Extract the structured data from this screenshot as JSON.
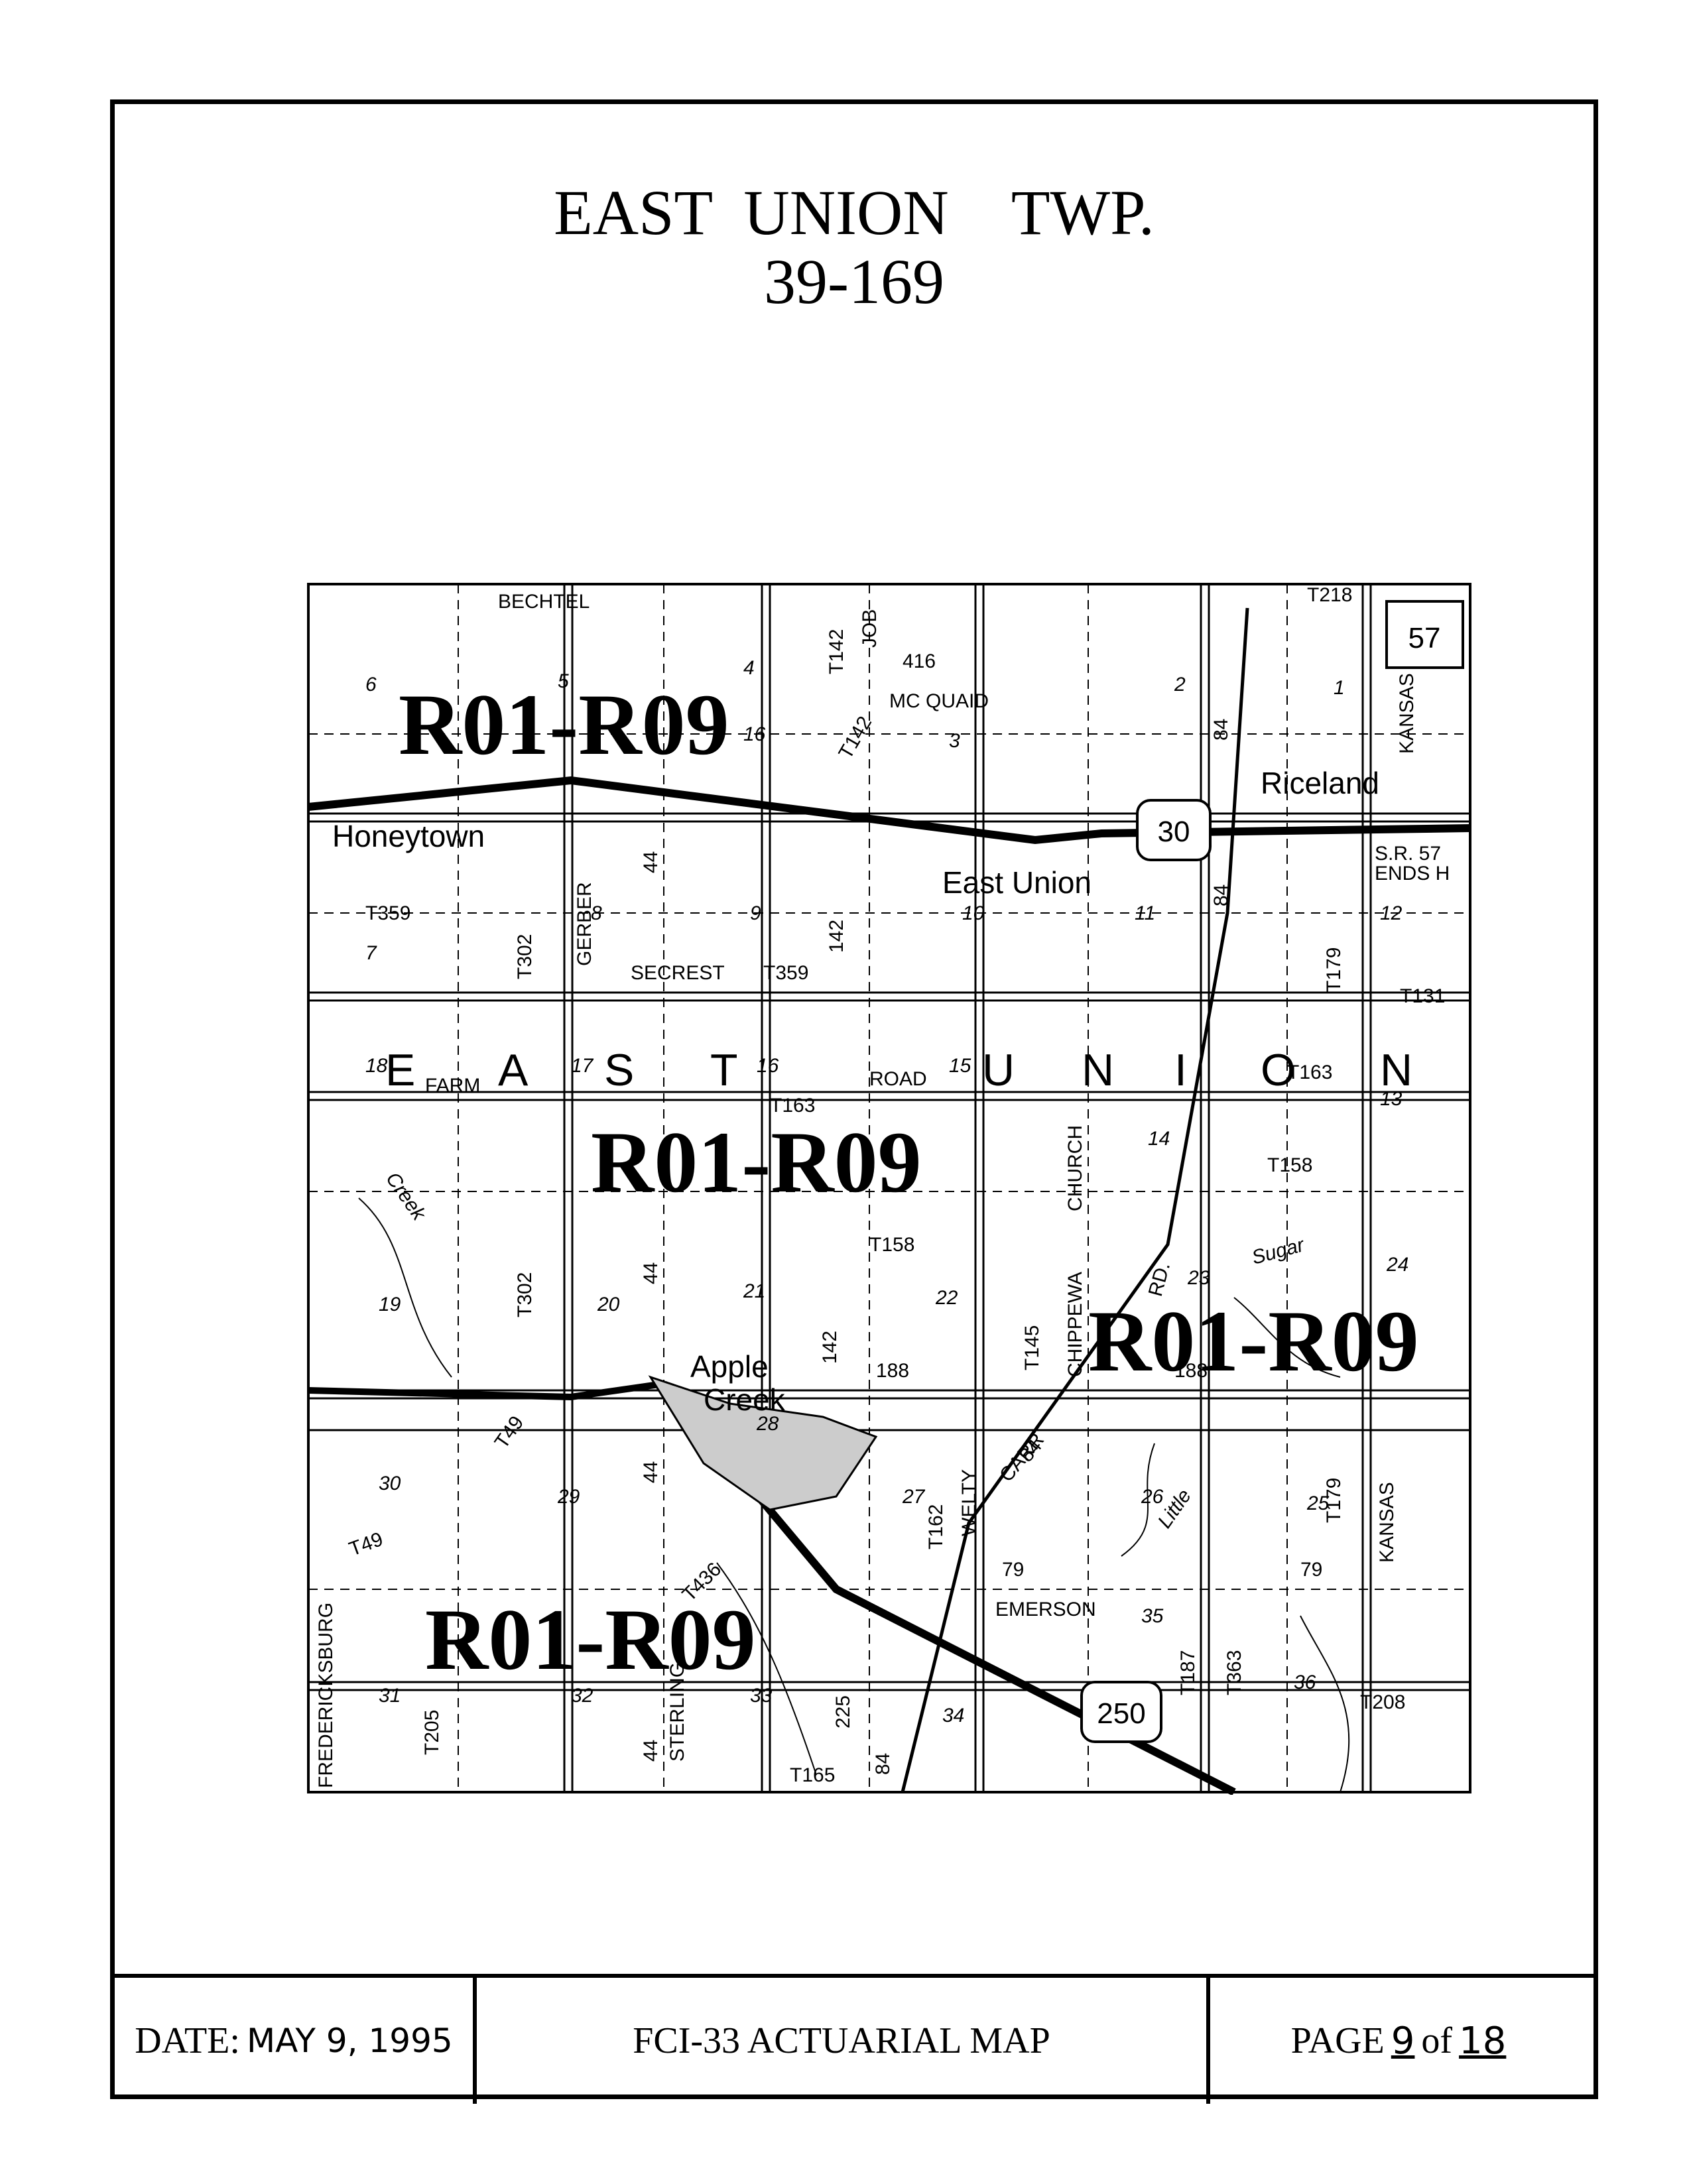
{
  "title": {
    "line1": "EAST  UNION    TWP.",
    "line2": "39-169"
  },
  "map": {
    "rating_code": "R01-R09",
    "township_letters": [
      "E",
      "A",
      "S",
      "T",
      "U",
      "N",
      "I",
      "O",
      "N"
    ],
    "towns": [
      "Honeytown",
      "East Union",
      "Apple",
      "Creek",
      "Riceland"
    ],
    "road_names": [
      "BECHTEL",
      "JOB",
      "MC QUAID",
      "SECREST",
      "FARM",
      "ROAD",
      "CHURCH",
      "CHIPPEWA",
      "RD.",
      "EMERSON",
      "FREDERICKSBURG",
      "STERLING",
      "KANSAS",
      "KANSAS",
      "GERBER",
      "WELTY",
      "CARR"
    ],
    "route_labels": [
      "T218",
      "T142",
      "T142",
      "416",
      "T302",
      "T302",
      "T359",
      "T359",
      "142",
      "142",
      "44",
      "44",
      "44",
      "44",
      "T163",
      "T163",
      "T131",
      "T179",
      "T179",
      "T158",
      "T158",
      "T145",
      "188",
      "188",
      "84",
      "84",
      "84",
      "84",
      "T49",
      "T49",
      "T436",
      "T162",
      "79",
      "79",
      "T205",
      "T165",
      "225",
      "T187",
      "T363",
      "T208"
    ],
    "section_numbers": [
      "1",
      "2",
      "3",
      "4",
      "5",
      "6",
      "7",
      "8",
      "9",
      "10",
      "11",
      "12",
      "13",
      "14",
      "15",
      "16",
      "16",
      "17",
      "18",
      "19",
      "20",
      "21",
      "22",
      "23",
      "24",
      "25",
      "26",
      "27",
      "28",
      "29",
      "30",
      "31",
      "32",
      "33",
      "34",
      "35",
      "36"
    ],
    "highways": [
      "57",
      "30",
      "250"
    ],
    "notes": [
      "S.R. 57",
      "ENDS H"
    ],
    "water_labels": [
      "Creek",
      "Sugar",
      "Little"
    ]
  },
  "footer": {
    "date_label": "DATE:",
    "date_value": "MAY 9, 1995",
    "map_title": "FCI-33 ACTUARIAL  MAP",
    "page_label": "PAGE",
    "page_number": "9",
    "of_label": "of",
    "page_total": "18"
  }
}
